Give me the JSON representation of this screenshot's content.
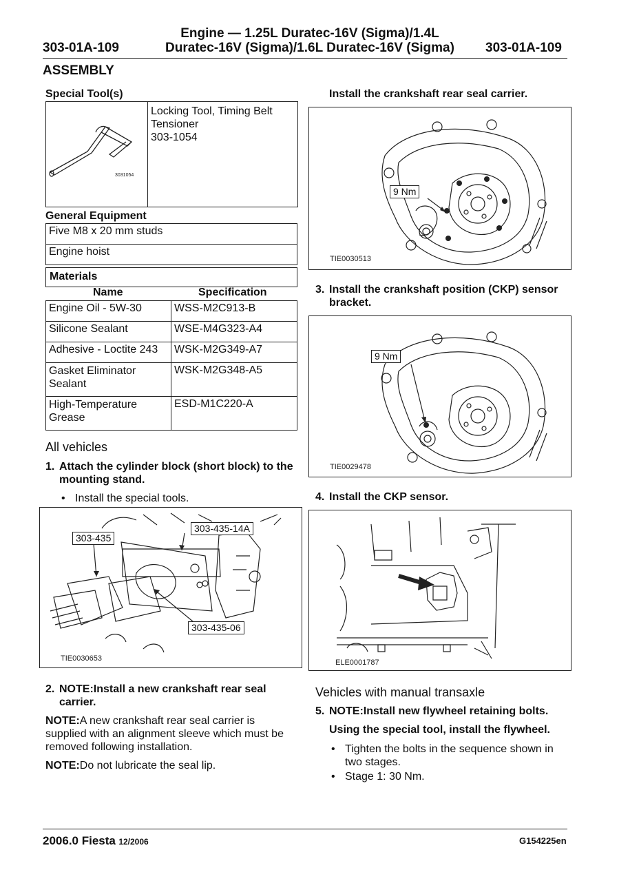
{
  "header": {
    "code_left": "303-01A-109",
    "code_right": "303-01A-109",
    "title_line1": "Engine — 1.25L Duratec-16V (Sigma)/1.4L",
    "title_line2": "Duratec-16V (Sigma)/1.6L Duratec-16V (Sigma)"
  },
  "section_title": "ASSEMBLY",
  "special_tools": {
    "heading": "Special Tool(s)",
    "tool_name_1": "Locking Tool, Timing Belt",
    "tool_name_2": "Tensioner",
    "tool_number": "303-1054",
    "image_code": "3031054"
  },
  "general_equipment": {
    "heading": "General Equipment",
    "items": [
      "Five M8 x 20 mm studs",
      "Engine hoist"
    ]
  },
  "materials": {
    "heading": "Materials",
    "col_name": "Name",
    "col_spec": "Specification",
    "rows": [
      {
        "name": "Engine Oil - 5W-30",
        "spec": "WSS-M2C913-B"
      },
      {
        "name": "Silicone Sealant",
        "spec": "WSE-M4G323-A4"
      },
      {
        "name": "Adhesive - Loctite 243",
        "spec": "WSK-M2G349-A7"
      },
      {
        "name": "Gasket Eliminator Sealant",
        "spec": "WSK-M2G348-A5"
      },
      {
        "name": "High-Temperature Grease",
        "spec": "ESD-M1C220-A"
      }
    ]
  },
  "left": {
    "all_vehicles": "All vehicles",
    "step1_num": "1.",
    "step1_line1": "Attach the cylinder block (short block) to the",
    "step1_line2": "mounting stand.",
    "step1_bullet": "Install the special tools.",
    "fig1": {
      "code": "TIE0030653",
      "c1": "303-435",
      "c2": "303-435-14A",
      "c3": "303-435-06"
    },
    "step2_num": "2.",
    "step2_line1": "NOTE:Install a new crankshaft rear seal",
    "step2_line2": "carrier.",
    "note1_label": "NOTE:",
    "note1_text": "A new crankshaft rear seal carrier is supplied with an alignment sleeve which must be removed following installation.",
    "note2_label": "NOTE:",
    "note2_text": "Do not lubricate the seal lip."
  },
  "right": {
    "install_rear_seal": "Install the crankshaft rear seal carrier.",
    "fig2": {
      "code": "TIE0030513",
      "torque": "9 Nm"
    },
    "step3_num": "3.",
    "step3_line1": "Install the crankshaft position (CKP) sensor",
    "step3_line2": "bracket.",
    "fig3": {
      "code": "TIE0029478",
      "torque": "9 Nm"
    },
    "step4_num": "4.",
    "step4_text": "Install the CKP sensor.",
    "fig4": {
      "code": "ELE0001787"
    },
    "manual_transaxle": "Vehicles with manual transaxle",
    "step5_num": "5.",
    "step5_line1": "NOTE:Install new flywheel retaining bolts.",
    "step5_line2": "Using the special tool, install the flywheel.",
    "bullet1_line1": "Tighten the bolts in the sequence shown in",
    "bullet1_line2": "two stages.",
    "bullet2": "Stage 1: 30 Nm."
  },
  "footer": {
    "model": "2006.0 Fiesta",
    "date": "12/2006",
    "doc_id": "G154225en"
  }
}
